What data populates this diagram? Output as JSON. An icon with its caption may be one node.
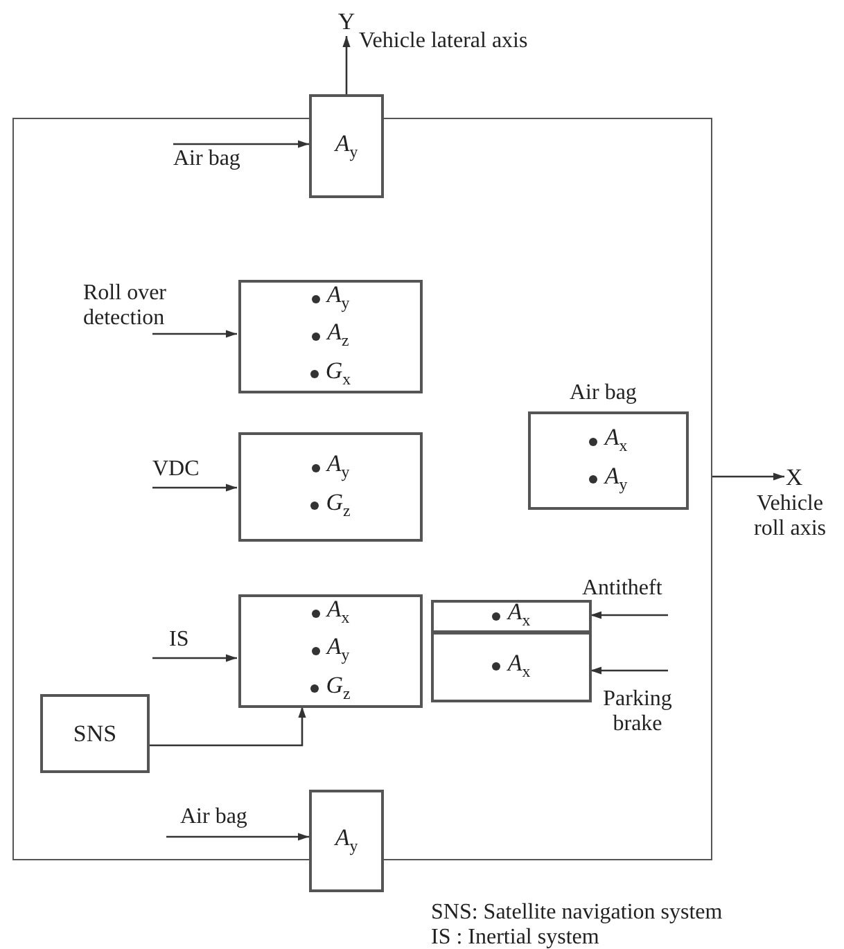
{
  "diagram": {
    "nodes": [
      {
        "text": [],
        "shape": "box"
      },
      {
        "text": [
          "*A*$_{y}$"
        ]
      },
      {
        "text": [
          "*A*$_{y}$",
          "*A*$_{z}$",
          "*G*$_{x}$"
        ],
        "in": 0
      },
      {
        "text": [
          "*A*$_{y}$",
          "*G*$_{z}$"
        ],
        "in": 0
      },
      {
        "text": [
          "Air bag",
          "*A*$_{x}$",
          "*A*$_{y}$"
        ],
        "in": 0
      },
      {
        "text": [
          "*A*$_{x}$",
          "*A*$_{y}$",
          "*G*$_{z}$"
        ],
        "in": 0
      },
      {
        "text": [
          "*A*$_{x}$"
        ],
        "in": 0
      },
      {
        "text": [
          "*A*$_{x}$"
        ],
        "in": 0
      },
      {
        "text": [
          "SNS"
        ],
        "in": 0
      },
      {
        "text": [
          "*A*$_{y}$"
        ]
      },
      {
        "text": [
          "Y"
        ],
        "beside": [
          "Vehicle lateral axis"
        ]
      },
      {
        "text": [
          "X"
        ],
        "beside": [
          "Vehicle roll axis"
        ]
      }
    ],
    "edges": [
      {
        "from": null,
        "to": 1,
        "arrow": "to",
        "label": "Air bag"
      },
      {
        "from": 1,
        "to": 10,
        "arrow": "to"
      },
      {
        "from": null,
        "to": 2,
        "arrow": "to",
        "label": "Roll over detection"
      },
      {
        "from": null,
        "to": 3,
        "arrow": "to",
        "label": "VDC"
      },
      {
        "from": null,
        "to": 5,
        "arrow": "to",
        "label": "IS"
      },
      {
        "from": 8,
        "to": 5,
        "arrow": "to"
      },
      {
        "from": null,
        "to": 6,
        "arrow": "to",
        "label": "Antitheft"
      },
      {
        "from": null,
        "to": 7,
        "arrow": "to",
        "label": "Parking brake"
      },
      {
        "from": null,
        "to": 9,
        "arrow": "to",
        "label": "Air bag"
      },
      {
        "from": 0,
        "to": 11,
        "arrow": "to"
      }
    ],
    "labels": [
      "SNS: Satellite navigation system",
      "IS : Inertial system"
    ]
  }
}
